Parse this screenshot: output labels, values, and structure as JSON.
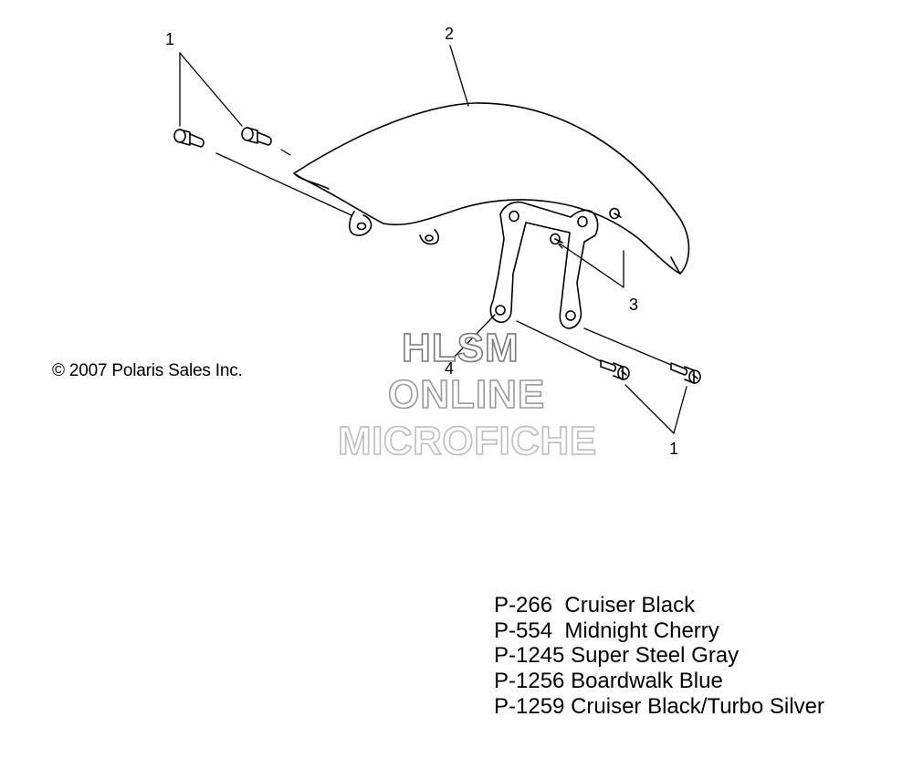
{
  "callouts": {
    "bolt_top": "1",
    "fender": "2",
    "bracket_screws": "3",
    "bracket": "4",
    "bolt_bottom": "1"
  },
  "copyright": "© 2007 Polaris Sales Inc.",
  "watermark": {
    "line1": "HLSM",
    "line2": "ONLINE",
    "line3": "MICROFICHE"
  },
  "color_codes": [
    {
      "code": "P-266",
      "name": "Cruiser Black"
    },
    {
      "code": "P-554",
      "name": "Midnight Cherry"
    },
    {
      "code": "P-1245",
      "name": "Super Steel Gray"
    },
    {
      "code": "P-1256",
      "name": "Boardwalk Blue"
    },
    {
      "code": "P-1259",
      "name": "Cruiser Black/Turbo Silver"
    }
  ]
}
